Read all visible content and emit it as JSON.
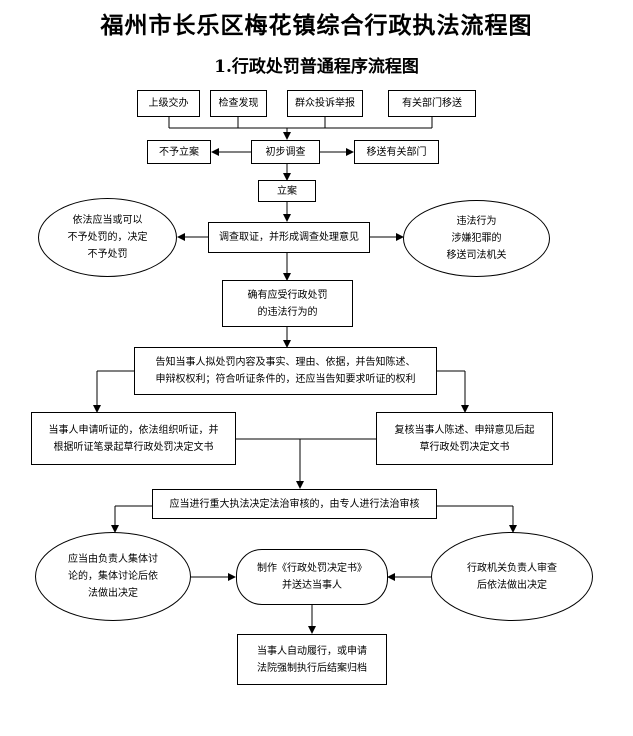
{
  "title": "福州市长乐区梅花镇综合行政执法流程图",
  "subtitle": "1.行政处罚普通程序流程图",
  "nodes": {
    "src1": "上级交办",
    "src2": "检查发现",
    "src3": "群众投诉举报",
    "src4": "有关部门移送",
    "no_case": "不予立案",
    "initial": "初步调查",
    "transfer": "移送有关部门",
    "file_case": "立案",
    "no_penalty": "依法应当或可以\n不予处罚的，决定\n不予处罚",
    "investigate": "调查取证，并形成调查处理意见",
    "criminal": "违法行为\n涉嫌犯罪的\n移送司法机关",
    "confirm": "确有应受行政处罚\n的违法行为的",
    "notify": "告知当事人拟处罚内容及事实、理由、依据，并告知陈述、\n申辩权权利；符合听证条件的，还应当告知要求听证的权利",
    "hearing": "当事人申请听证的，依法组织听证，并\n根据听证笔录起草行政处罚决定文书",
    "review": "复核当事人陈述、申辩意见后起\n草行政处罚决定文书",
    "legal_review": "应当进行重大执法决定法治审核的，由专人进行法治审核",
    "collective": "应当由负责人集体讨\n论的，集体讨论后依\n法做出决定",
    "decision": "制作《行政处罚决定书》\n并送达当事人",
    "head_review": "行政机关负责人审查\n后依法做出决定",
    "execute": "当事人自动履行，或申请\n法院强制执行后结案归档"
  }
}
